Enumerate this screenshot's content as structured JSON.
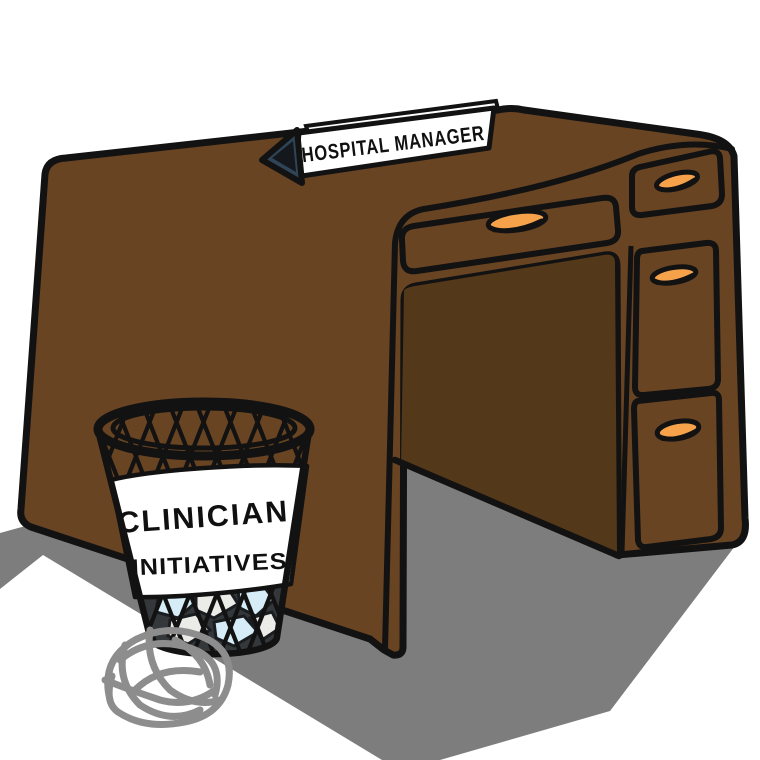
{
  "nameplate": {
    "text": "HOSPITAL MANAGER"
  },
  "wastebasket": {
    "line1": "CLINICIAN",
    "line2": "INITIATIVES"
  },
  "colors": {
    "background": "#ffffff",
    "desk_brown": "#684423",
    "desk_interior": "#54381a",
    "outline_black": "#121212",
    "handle_orange": "#f6a24b",
    "floor_shadow": "#7d7d7d",
    "sign_white": "#ffffff",
    "sign_cap": "#2f4457",
    "sign_cap_inner": "#14181d",
    "label_white": "#ffffff",
    "paper_blue": "#d6edf8",
    "paper_white": "#ebebe8",
    "bin_bottom": "#34383b",
    "paper_ball_gray": "#8d8d8d"
  }
}
